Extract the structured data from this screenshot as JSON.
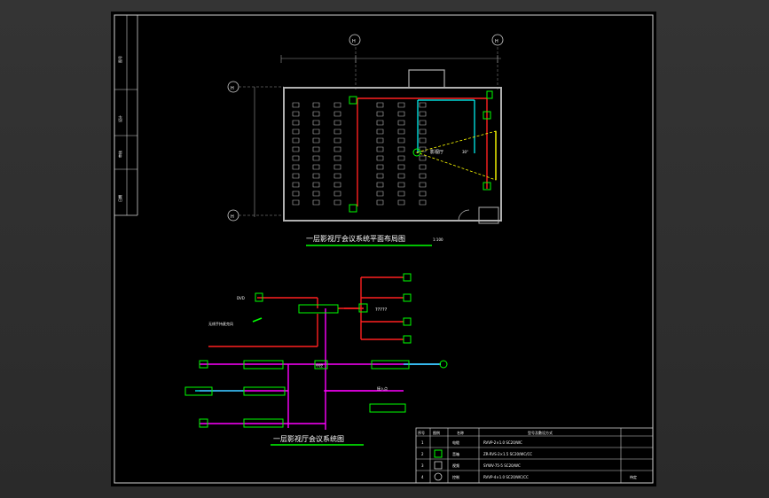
{
  "floor_plan": {
    "title": "一层影视厅会议系统平面布局图",
    "scale": "1:100",
    "axis_labels": [
      "H",
      "H",
      "H",
      "H"
    ],
    "screen_label": "影视厅",
    "angle_label": "30°"
  },
  "system_diagram": {
    "title": "一层影视厅会议系统图",
    "projector_question": "?????",
    "nodes": {
      "dvd_label": "DVD",
      "wireless_mic_label": "无线手持麦克风",
      "center_label": "中控",
      "outlet_label": "接入点"
    }
  },
  "legend_table": {
    "headers": [
      "序号",
      "图例",
      "名称",
      "型号及敷设方式"
    ],
    "rows": [
      {
        "no": "1",
        "name": "电缆",
        "spec": "RVVP-2×1.0  SC20/WC"
      },
      {
        "no": "2",
        "name": "音箱",
        "spec": "ZR-RVS-2×1.5  SC20/WC/CC"
      },
      {
        "no": "3",
        "name": "视频",
        "spec": "SYWV-75-5  SC20/WC"
      },
      {
        "no": "4",
        "name": "控制",
        "spec": "RVVP-4×1.0  SC20/WC/CC"
      }
    ],
    "footer": "待定"
  },
  "title_block": {
    "vertical_texts": [
      "图号",
      "设计",
      "审核",
      "日期"
    ]
  },
  "colors": {
    "red": "#ff2020",
    "magenta": "#ff00ff",
    "cyan": "#00ffff",
    "green": "#00ff00",
    "yellow": "#ffff00",
    "gray": "#9a9a9a"
  }
}
